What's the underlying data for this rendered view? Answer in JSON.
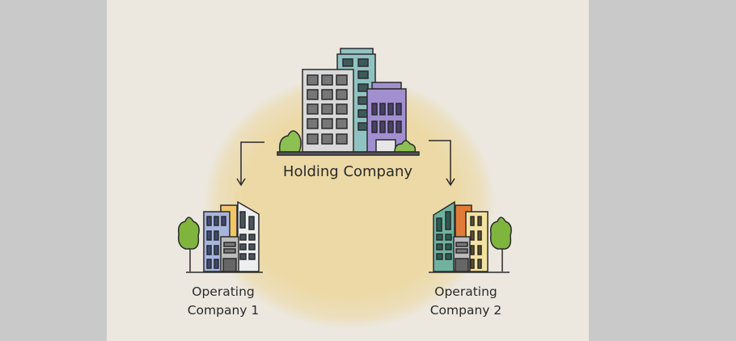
{
  "holding": {
    "label": "Holding Company"
  },
  "operating": [
    {
      "line1": "Operating",
      "line2": "Company 1"
    },
    {
      "line1": "Operating",
      "line2": "Company 2"
    }
  ],
  "colors": {
    "background": "#ece8df",
    "glow": "#ecd9a6",
    "side_bars": "#c9c9c9"
  }
}
